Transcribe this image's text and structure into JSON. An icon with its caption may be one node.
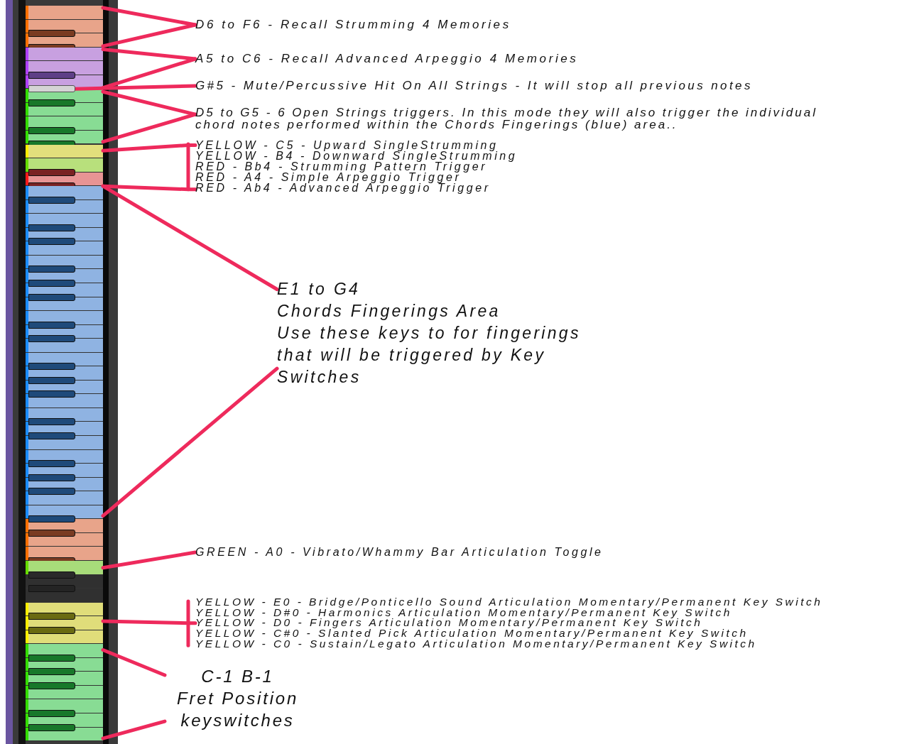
{
  "diagram": {
    "nodes": [
      {
        "text": [
          "D6 to F6 - Recall Strumming 4 Memories"
        ]
      },
      {
        "text": [
          "A5 to C6 - Recall Advanced Arpeggio 4 Memories"
        ]
      },
      {
        "text": [
          "G#5 - Mute/Percussive Hit On All Strings - It will stop all previous notes"
        ]
      },
      {
        "text": [
          "D5 to G5 - 6 Open Strings triggers. In this mode they will also trigger the individual chord notes performed within the Chords Fingerings (blue) area.."
        ]
      },
      {
        "text": [
          "YELLOW - C5 - Upward SingleStrumming",
          "YELLOW - B4 - Downward SingleStrumming",
          "RED - Bb4 - Strumming Pattern Trigger",
          "RED - A4 - Simple Arpeggio Trigger",
          "RED - Ab4 - Advanced Arpeggio Trigger"
        ]
      },
      {
        "text": [
          "E1 to G4",
          "Chords Fingerings Area",
          "Use these keys to for fingerings that will be triggered by Key Switches"
        ]
      },
      {
        "text": [
          "GREEN - A0 - Vibrato/Whammy Bar Articulation Toggle"
        ]
      },
      {
        "text": [
          "YELLOW - E0 - Bridge/Ponticello Sound Articulation Momentary/Permanent Key Switch",
          "YELLOW - D#0 - Harmonics Articulation Momentary/Permanent Key Switch",
          "YELLOW - D0 - Fingers  Articulation Momentary/Permanent Key Switch",
          "YELLOW - C#0 - Slanted Pick  Articulation Momentary/Permanent Key Switch",
          "YELLOW - C0 - Sustain/Legato Articulation Momentary/Permanent Key Switch"
        ]
      },
      {
        "text": [
          "C-1 B-1",
          "Fret Position keyswitches"
        ]
      },
      {
        "text": [],
        "shape": "bar"
      },
      {
        "text": [],
        "shape": "bar"
      },
      {
        "text": [],
        "shape": "bar"
      },
      {
        "text": [],
        "shape": "bar"
      },
      {
        "text": [],
        "shape": "bar"
      },
      {
        "text": [],
        "shape": "bar"
      },
      {
        "text": [],
        "shape": "bar"
      },
      {
        "text": [],
        "shape": "bar"
      },
      {
        "text": [],
        "shape": "bar"
      }
    ],
    "edges": [
      {
        "from": 0,
        "to": 9,
        "arrow": "none"
      },
      {
        "from": 0,
        "to": 9,
        "arrow": "none"
      },
      {
        "from": 1,
        "to": 10,
        "arrow": "none"
      },
      {
        "from": 1,
        "to": 10,
        "arrow": "none"
      },
      {
        "from": 2,
        "to": 11,
        "arrow": "none"
      },
      {
        "from": 3,
        "to": 12,
        "arrow": "none"
      },
      {
        "from": 3,
        "to": 12,
        "arrow": "none"
      },
      {
        "from": 4,
        "to": 13,
        "arrow": "none"
      },
      {
        "from": 4,
        "to": 13,
        "arrow": "none"
      },
      {
        "from": 5,
        "to": 14,
        "arrow": "none"
      },
      {
        "from": 5,
        "to": 14,
        "arrow": "none"
      },
      {
        "from": 6,
        "to": 15,
        "arrow": "none"
      },
      {
        "from": 7,
        "to": 16,
        "arrow": "none"
      },
      {
        "from": 8,
        "to": 17,
        "arrow": "none"
      },
      {
        "from": 8,
        "to": 17,
        "arrow": "none"
      }
    ]
  }
}
